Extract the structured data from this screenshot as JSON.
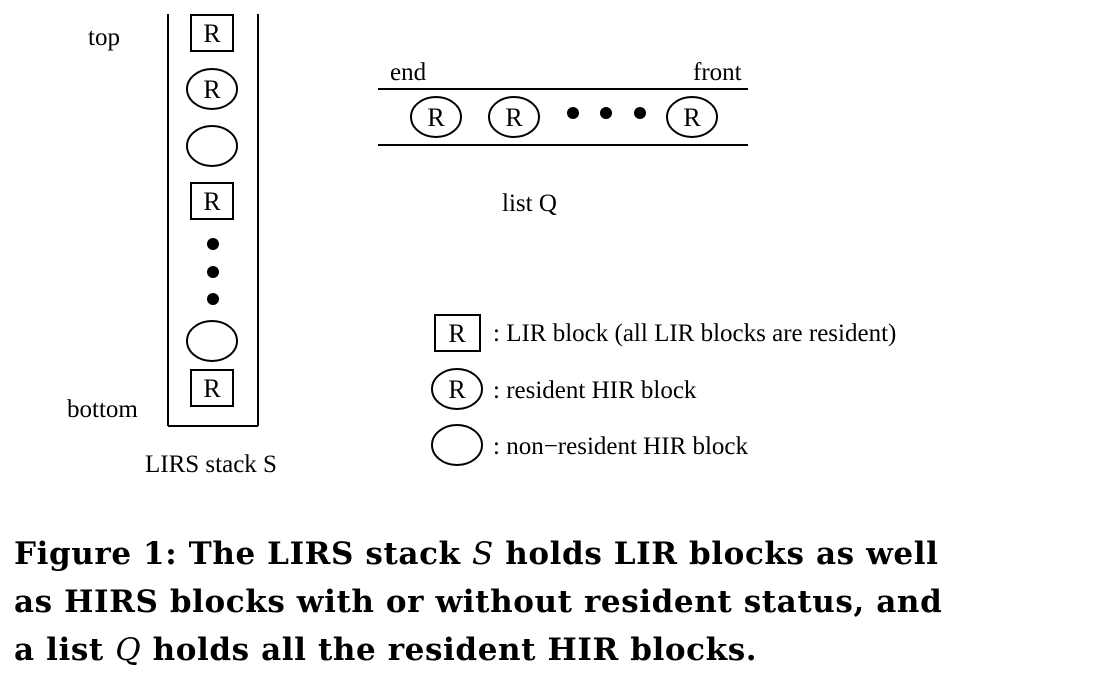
{
  "stack": {
    "top_label": "top",
    "bottom_label": "bottom",
    "caption": "LIRS stack S",
    "block_letter": "R"
  },
  "queue": {
    "end_label": "end",
    "front_label": "front",
    "caption": "list Q",
    "block_letter": "R"
  },
  "legend": {
    "lir": "R",
    "lir_text": ": LIR block (all LIR blocks are resident)",
    "resident": "R",
    "resident_text": ": resident HIR block",
    "nonresident_text": ": non−resident HIR block"
  },
  "figure_caption": {
    "line1_a": "Figure 1: The LIRS stack ",
    "line1_s": "S",
    "line1_b": " holds LIR blocks as well",
    "line2": "as HIRS blocks with or without resident status, and",
    "line3_a": "a list ",
    "line3_q": "Q",
    "line3_b": " holds all the resident HIR blocks."
  }
}
